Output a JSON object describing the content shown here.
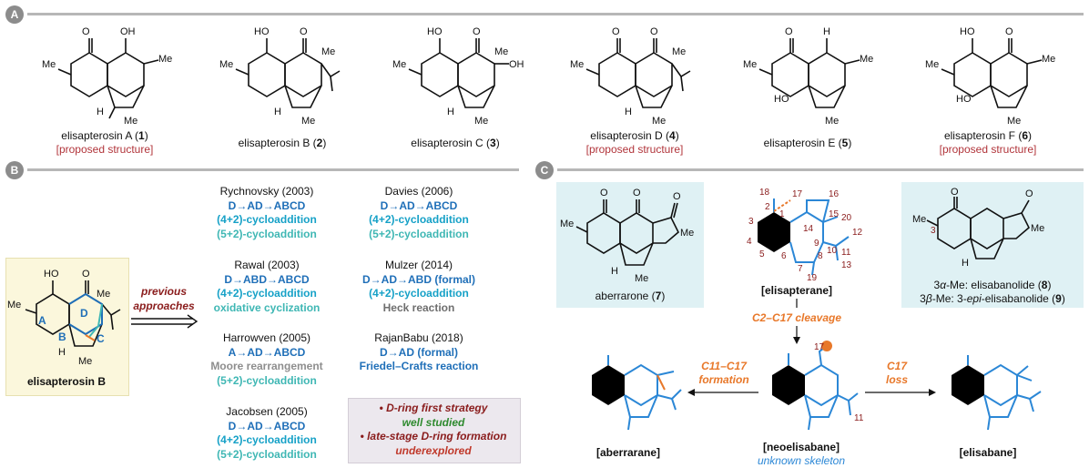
{
  "sections": {
    "a": {
      "badge": "A"
    },
    "b": {
      "badge": "B"
    },
    "c": {
      "badge": "C"
    }
  },
  "atoms": {
    "me": "Me",
    "ho": "HO",
    "oh": "OH",
    "o": "O",
    "h": "H"
  },
  "panel_a": {
    "compounds": [
      {
        "name": "elisapterosin A (",
        "num": "1",
        "close": ")",
        "note": "[proposed structure]"
      },
      {
        "name": "elisapterosin B (",
        "num": "2",
        "close": ")",
        "note": ""
      },
      {
        "name": "elisapterosin C (",
        "num": "3",
        "close": ")",
        "note": ""
      },
      {
        "name": "elisapterosin D (",
        "num": "4",
        "close": ")",
        "note": "[proposed structure]"
      },
      {
        "name": "elisapterosin E (",
        "num": "5",
        "close": ")",
        "note": ""
      },
      {
        "name": "elisapterosin F (",
        "num": "6",
        "close": ")",
        "note": "[proposed structure]"
      }
    ]
  },
  "panel_b": {
    "target_label": "elisapterosin B",
    "rings": [
      "A",
      "B",
      "C",
      "D"
    ],
    "arrow_label_1": "previous",
    "arrow_label_2": "approaches",
    "references": [
      {
        "author": "Rychnovsky (2003)",
        "lines": [
          "D→AD→ABCD",
          "(4+2)-cycloaddition",
          "(5+2)-cycloaddition"
        ],
        "styles": [
          "b1",
          "c2",
          "c3"
        ]
      },
      {
        "author": "Rawal (2003)",
        "lines": [
          "D→ABD→ABCD",
          "(4+2)-cycloaddition",
          "oxidative cyclization"
        ],
        "styles": [
          "b1",
          "c2",
          "c3"
        ]
      },
      {
        "author": "Harrowven (2005)",
        "lines": [
          "A→AD→ABCD",
          "Moore rearrangement",
          "(5+2)-cycloaddition"
        ],
        "styles": [
          "b1",
          "g1",
          "c3"
        ]
      },
      {
        "author": "Jacobsen (2005)",
        "lines": [
          "D→AD→ABCD",
          "(4+2)-cycloaddition",
          "(5+2)-cycloaddition"
        ],
        "styles": [
          "b1",
          "c2",
          "c3"
        ]
      },
      {
        "author": "Davies (2006)",
        "lines": [
          "D→AD→ABCD",
          "(4+2)-cycloaddition",
          "(5+2)-cycloaddition"
        ],
        "styles": [
          "b1",
          "c2",
          "c3"
        ]
      },
      {
        "author": "Mulzer (2014)",
        "lines": [
          "D→AD→ABD (formal)",
          "(4+2)-cycloaddition",
          "Heck reaction"
        ],
        "styles": [
          "b1",
          "c2",
          "g2"
        ]
      },
      {
        "author": "RajanBabu (2018)",
        "lines": [
          "D→AD (formal)",
          "Friedel–Crafts reaction"
        ],
        "styles": [
          "b1",
          "b1"
        ]
      }
    ],
    "summary": [
      {
        "text": "• D-ring first strategy",
        "color": "#8a1c1c"
      },
      {
        "text": "well studied",
        "color": "#2f8a2f"
      },
      {
        "text": "• late-stage D-ring formation",
        "color": "#8a1c1c"
      },
      {
        "text": "underexplored",
        "color": "#c0392b"
      }
    ]
  },
  "panel_c": {
    "aberrarone": {
      "name": "aberrarone (",
      "num": "7",
      "close": ")"
    },
    "elisapterane": "[elisapterane]",
    "numbering": [
      "18",
      "17",
      "16",
      "1",
      "2",
      "3",
      "15",
      "20",
      "14",
      "12",
      "4",
      "10",
      "9",
      "11",
      "5",
      "6",
      "7",
      "8",
      "13",
      "19"
    ],
    "cleavage": "C2–C17 cleavage",
    "elisabanolide": {
      "l1_pre": "3",
      "l1_greek": "α",
      "l1_text": "-Me: elisabanolide (",
      "l1_num": "8",
      "l1_close": ")",
      "l2_pre": "3",
      "l2_greek": "β",
      "l2_text": "-Me: 3-",
      "l2_epi": "epi",
      "l2_rest": "-elisabanolide (",
      "l2_num": "9",
      "l2_close": ")",
      "c3": "3"
    },
    "formation_1": "C11–C17",
    "formation_2": "formation",
    "loss_1": "C17",
    "loss_2": "loss",
    "label_17": "17",
    "label_11": "11",
    "aberrarane": "[aberrarane]",
    "neoelisabane": "[neoelisabane]",
    "unknown": "unknown skeleton",
    "elisabane": "[elisabane]"
  }
}
